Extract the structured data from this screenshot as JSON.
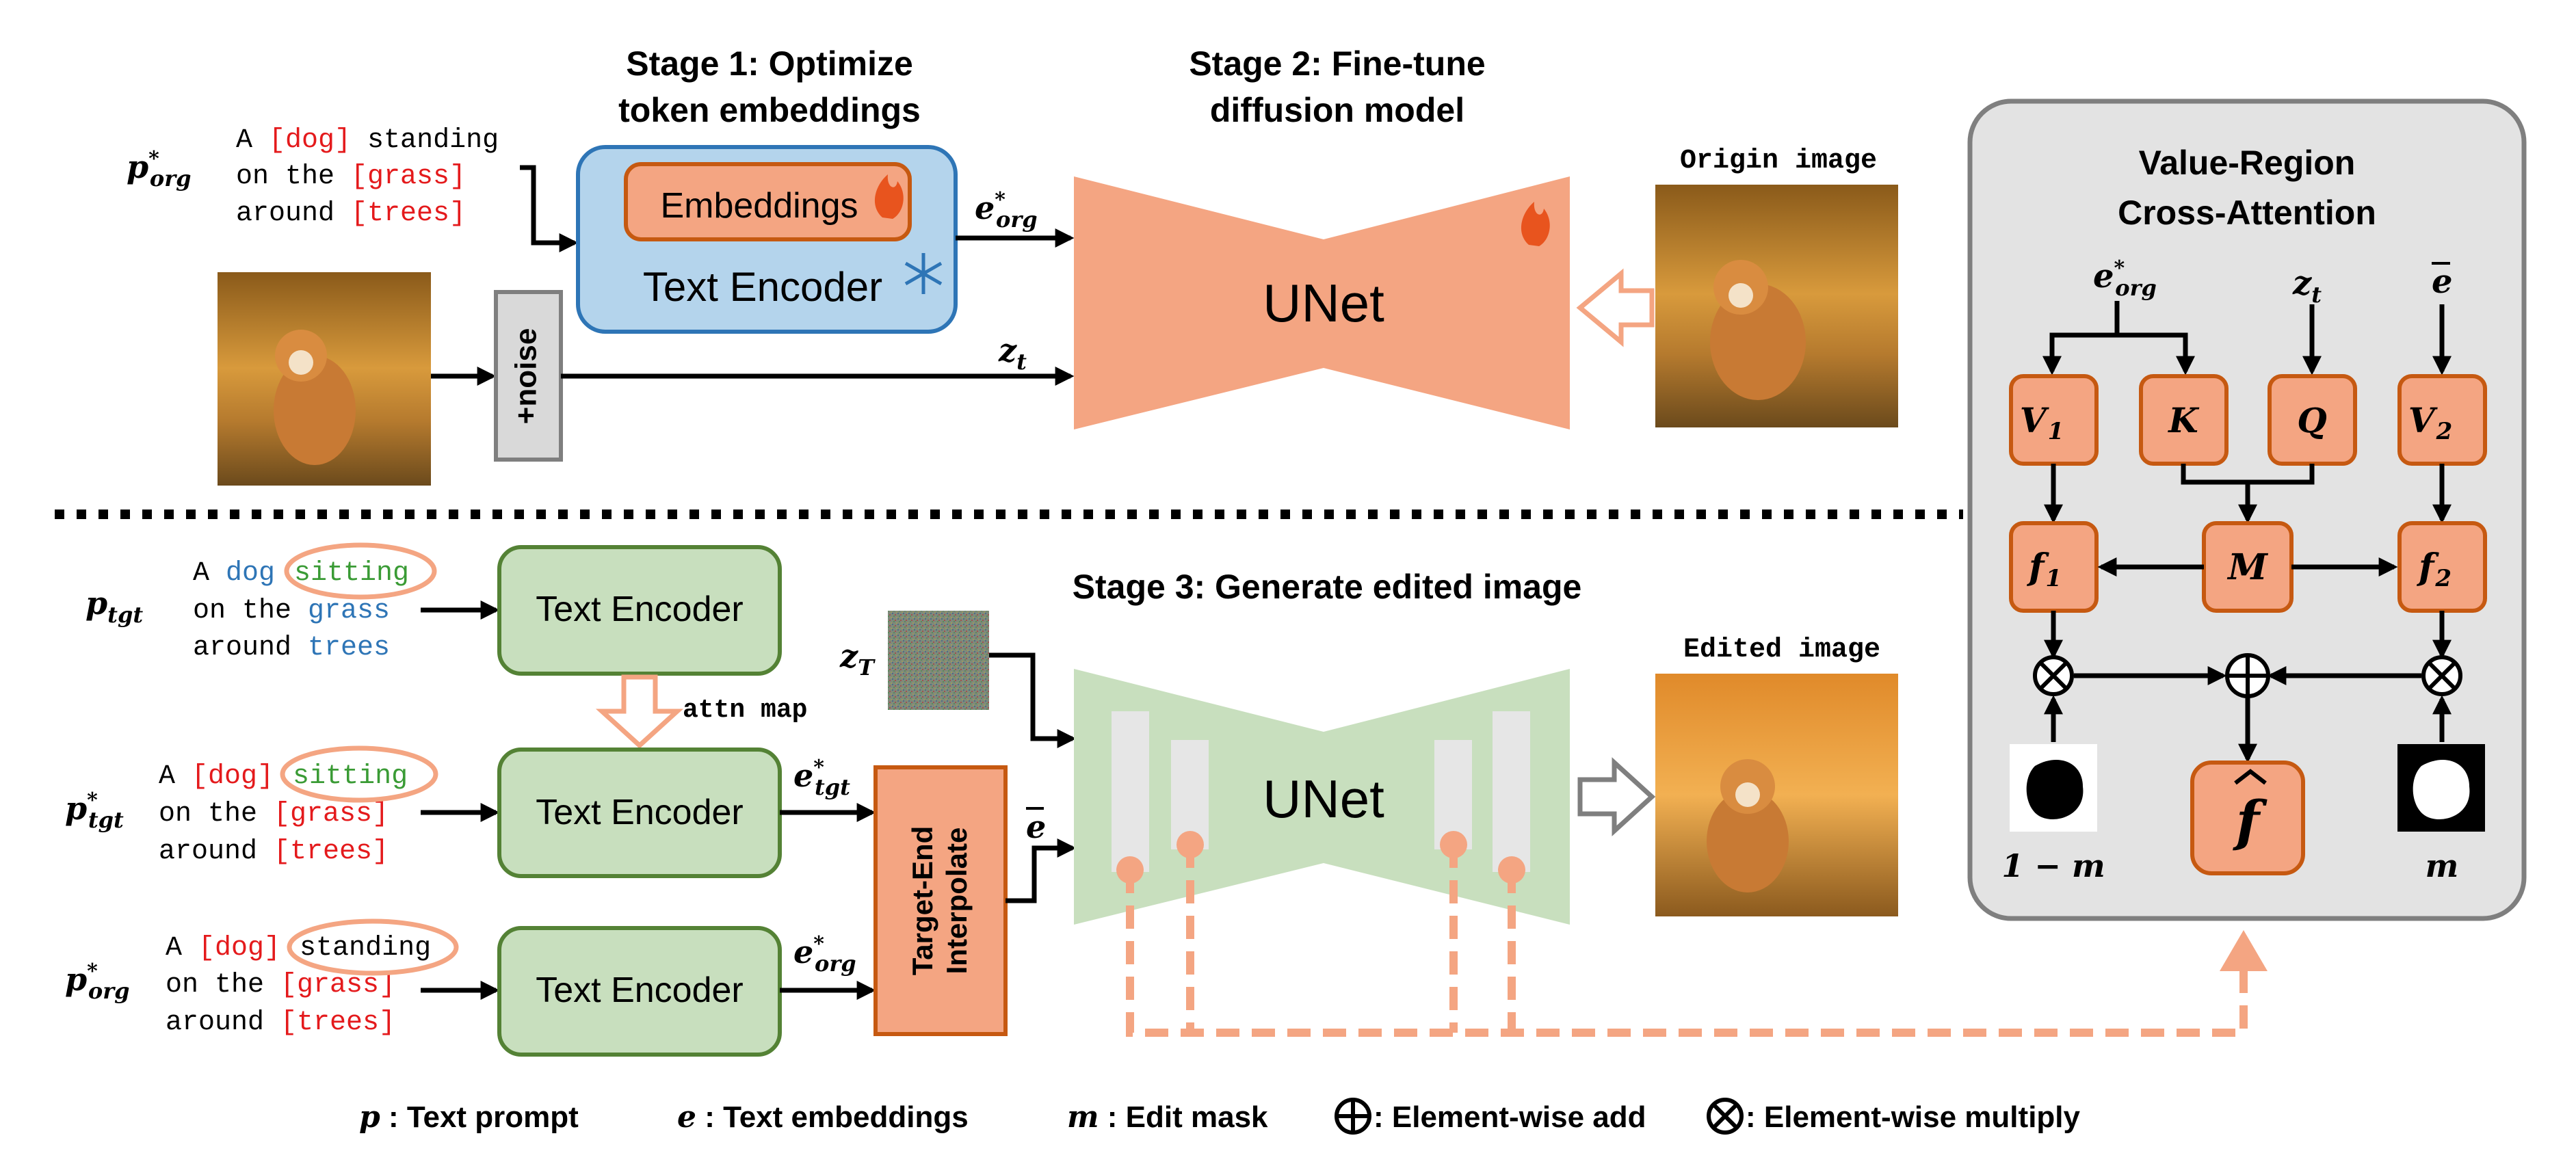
{
  "stage1": {
    "title_line1": "Stage 1: Optimize",
    "title_line2": "token embeddings"
  },
  "stage2": {
    "title_line1": "Stage 2: Fine-tune",
    "title_line2": "diffusion model"
  },
  "stage3": {
    "title": "Stage 3: Generate edited image"
  },
  "symbols": {
    "p_base": "p",
    "p_org_sub": "org",
    "p_tgt_sub": "tgt",
    "star": "*",
    "e_base": "e",
    "e_org_sub": "org",
    "e_tgt_sub": "tgt",
    "e_bar": "e",
    "z_base": "z",
    "z_t_sub": "t",
    "z_T_sub": "T"
  },
  "top_prompt": {
    "w1": "A ",
    "w2": "[dog]",
    "w3": " standing",
    "l2a": "on the ",
    "l2b": "[grass]",
    "l3a": "around ",
    "l3b": "[trees]"
  },
  "p_tgt_prompt": {
    "w1": "A ",
    "w2": "dog",
    "w3": "sitting",
    "l2a": "on the ",
    "l2b": "grass",
    "l3a": "around ",
    "l3b": "trees"
  },
  "p_tgt_star_prompt": {
    "w1": "A ",
    "w2": "[dog]",
    "w3": "sitting",
    "l2a": "on the ",
    "l2b": "[grass]",
    "l3a": "around ",
    "l3b": "[trees]"
  },
  "p_org_star_prompt": {
    "w1": "A ",
    "w2": "[dog]",
    "w3": "standing",
    "l2a": "on the ",
    "l2b": "[grass]",
    "l3a": "around ",
    "l3b": "[trees]"
  },
  "boxes": {
    "embeddings": "Embeddings",
    "text_encoder": "Text Encoder",
    "noise": "+noise",
    "unet": "UNet",
    "target_end_line1": "Target-End",
    "target_end_line2": "Interpolate",
    "attn_map": "attn map"
  },
  "images": {
    "origin_label": "Origin image",
    "edited_label": "Edited image"
  },
  "vrca": {
    "title_line1": "Value-Region",
    "title_line2": "Cross-Attention",
    "V1": "V",
    "V1_sub": "1",
    "K": "K",
    "Q": "Q",
    "V2": "V",
    "V2_sub": "2",
    "f1": "f",
    "f1_sub": "1",
    "M": "M",
    "f2": "f",
    "f2_sub": "2",
    "fhat": "f",
    "one_minus_m": "1 − m",
    "m": "m"
  },
  "legend": {
    "p_sym": "p",
    "p_text": " : Text prompt",
    "e_sym": "e",
    "e_text": " : Text embeddings",
    "m_sym": "m",
    "m_text": " : Edit mask",
    "add_text": " : Element-wise add",
    "mul_text": " : Element-wise multiply"
  },
  "colors": {
    "orange_fill": "#F4A582",
    "orange_stroke": "#C65911",
    "blue_fill": "#B4D4EC",
    "blue_stroke": "#2E75B6",
    "green_fill": "#C8DFBE",
    "green_stroke": "#548235",
    "red_text": "#E41A1C",
    "blue_text": "#2E75B6",
    "green_text": "#3A9B35",
    "panel_fill": "#E3E3E3",
    "panel_stroke": "#7F7F7F"
  }
}
